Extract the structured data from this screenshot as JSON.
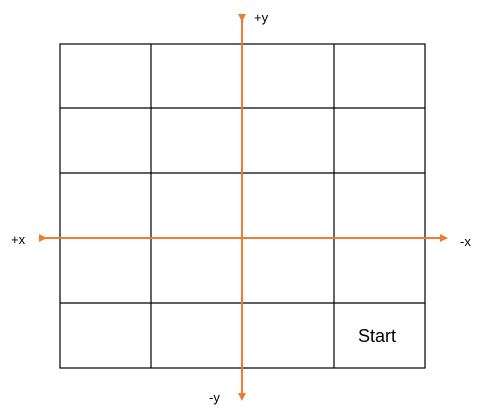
{
  "grid": {
    "rows": 5,
    "columns": 4
  },
  "axes": {
    "plus_y_label": "+y",
    "minus_y_label": "-y",
    "plus_x_label": "+x",
    "minus_x_label": "-x",
    "color": "#ED7D31"
  },
  "cells": {
    "start_label": "Start"
  }
}
